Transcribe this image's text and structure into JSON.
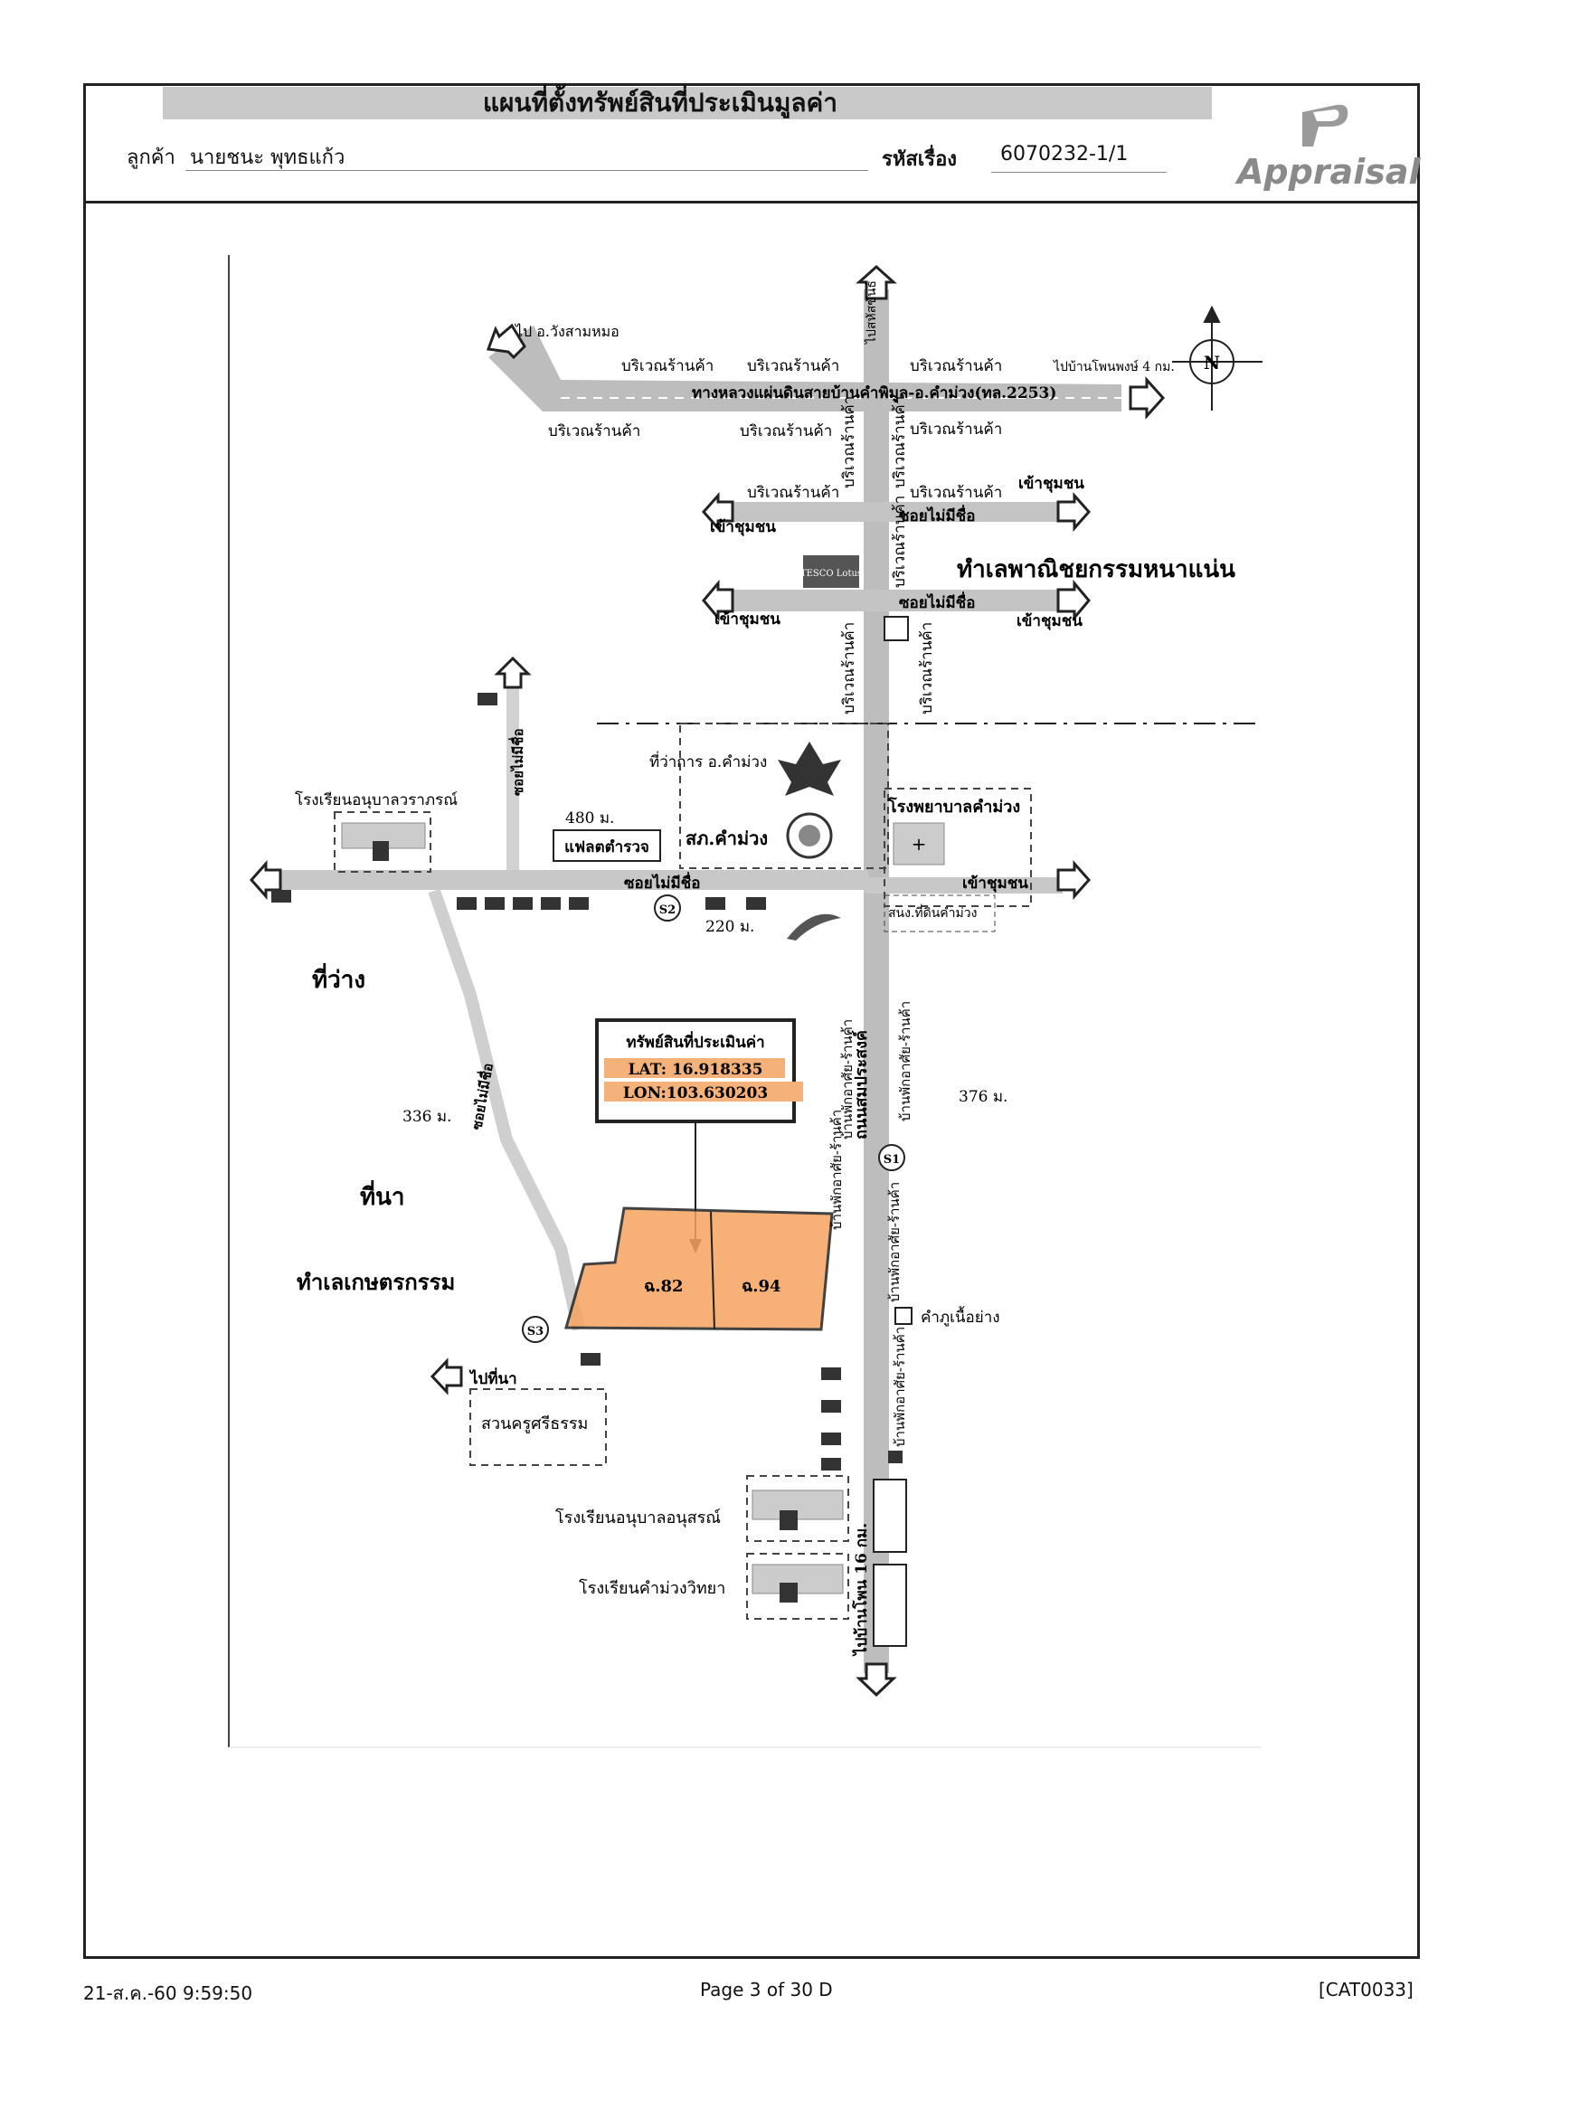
{
  "header": {
    "title": "แผนที่ตั้งทรัพย์สินที่ประเมินมูลค่า",
    "customer_label": "ลูกค้า",
    "customer_name": "นายชนะ พุทธแก้ว",
    "ref_label": "รหัสเรื่อง",
    "ref_no": "6070232-1/1",
    "logo_text": "Appraisal"
  },
  "map": {
    "north_label": "N",
    "highway": "ทางหลวงแผ่นดินสายบ้านคำพิมูล-อ.คำม่วง(ทล.2253)",
    "to_wangsam": "ไป อ.วังสามหมอ",
    "to_east": "ไปบ้านโพนพงษ์ 4 กม.",
    "to_north": "ไปสหัสขันธ์",
    "shops": "บริเวณร้านค้า",
    "to_village": "เข้าชุมชน",
    "no_name_soi": "ซอยไม่มีชื่อ",
    "commercial": "ทำเลพาณิชยกรรมหนาแน่น",
    "tesco": "TESCO Lotus",
    "district_office": "ที่ว่าการ อ.คำม่วง",
    "police": "สภ.คำม่วง",
    "hospital": "โรงพยาบาลคำม่วง",
    "land_office": "สนง.ที่ดินคำม่วง",
    "police_flat": "แฟลตตำรวจ",
    "kindergarten_1": "โรงเรียนอนุบาลวราภรณ์",
    "dist_480": "480 ม.",
    "dist_220": "220 ม.",
    "dist_376": "376 ม.",
    "dist_336": "336 ม.",
    "vacant": "ที่ว่าง",
    "paddy": "ที่นา",
    "agriculture": "ทำเลเกษตรกรรม",
    "asset_label": "ทรัพย์สินที่ประเมินค่า",
    "lat": "LAT: 16.918335",
    "lon": "LON:103.630203",
    "plot_1": "ฉ.82",
    "plot_2": "ฉ.94",
    "main_road": "ถนนสมประสงค์",
    "houses_shops": "บ้านพักอาศัย-ร้านค้า",
    "restaurant": "คำภูเนื้อย่าง",
    "to_field": "ไปที่นา",
    "garden": "สวนครูศรีธรรม",
    "kindergarten_2": "โรงเรียนอนุบาลอนุสรณ์",
    "school": "โรงเรียนคำม่วงวิทยา",
    "to_na_khu": "ไปบ้านโพน 16 กม.",
    "s1": "S1",
    "s2": "S2",
    "s3": "S3"
  },
  "footer": {
    "date": "21-ส.ค.-60 9:59:50",
    "page": "Page 3 of 30 D",
    "code": "[CAT0033]"
  }
}
